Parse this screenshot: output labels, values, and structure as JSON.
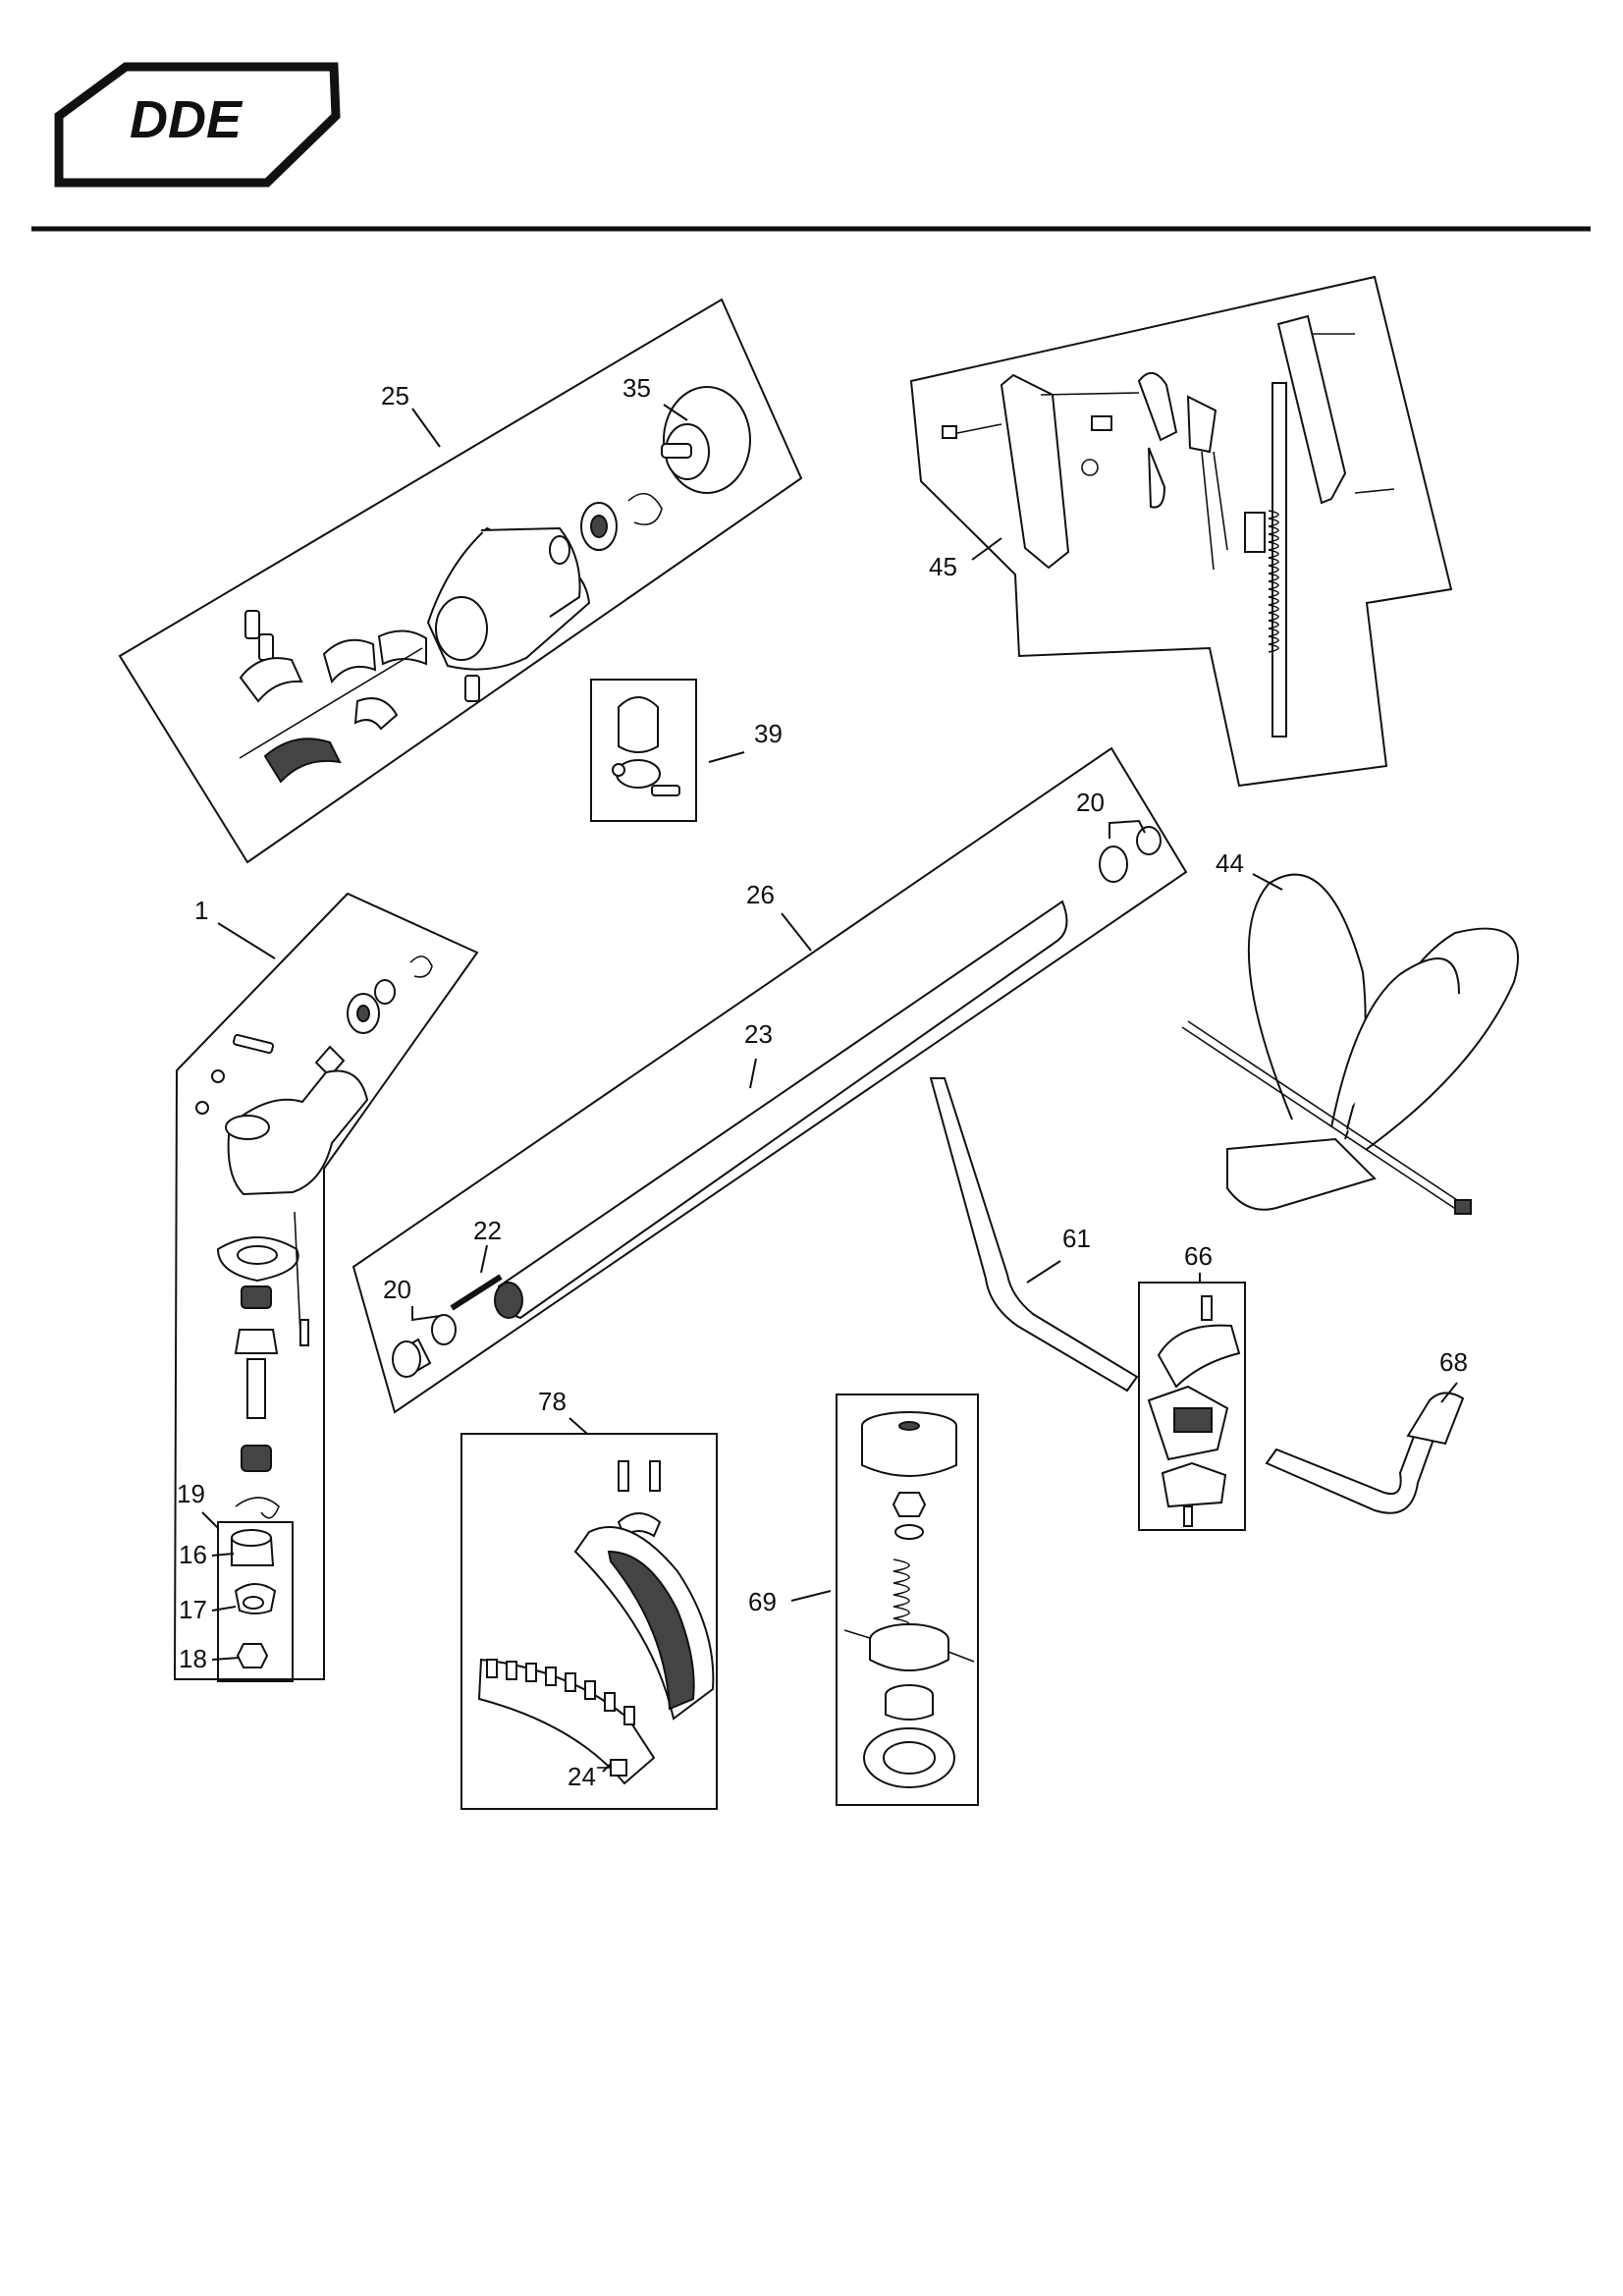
{
  "logo": {
    "brand": "DDE"
  },
  "callouts": {
    "c1": "1",
    "c16": "16",
    "c17": "17",
    "c18": "18",
    "c19": "19",
    "c20a": "20",
    "c20b": "20",
    "c22": "22",
    "c23": "23",
    "c24": "24",
    "c25": "25",
    "c26": "26",
    "c35": "35",
    "c39": "39",
    "c44": "44",
    "c45": "45",
    "c61": "61",
    "c66": "66",
    "c68": "68",
    "c69": "69",
    "c78": "78"
  }
}
